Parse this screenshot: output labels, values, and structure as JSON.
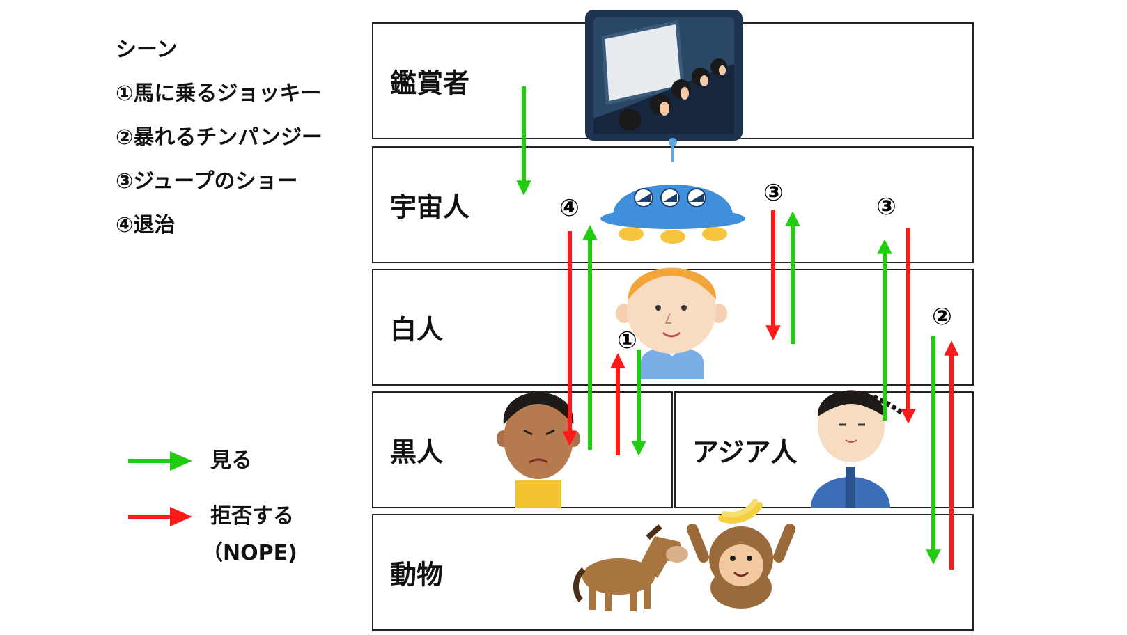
{
  "scene_heading": "シーン",
  "scenes": [
    "①馬に乗るジョッキー",
    "②暴れるチンパンジー",
    "③ジュープのショー",
    "④退治"
  ],
  "legend": {
    "look": {
      "label": "見る",
      "color": "#22cc11"
    },
    "reject": {
      "label": "拒否する",
      "sublabel": "（NOPE)",
      "color": "#ff1a1a"
    }
  },
  "bands": {
    "viewer": "鑑賞者",
    "alien": "宇宙人",
    "white": "白人",
    "black": "黒人",
    "asian": "アジア人",
    "animal": "動物"
  },
  "markers": {
    "m1": "①",
    "m2": "②",
    "m3a": "③",
    "m3b": "③",
    "m4": "④"
  },
  "icons": {
    "theater": "theater-audience-icon",
    "ufo": "ufo-icon",
    "white": "white-boy-icon",
    "black": "black-boy-icon",
    "asian": "asian-boy-icon",
    "horse": "horse-icon",
    "monkey": "monkey-with-banana-icon"
  }
}
